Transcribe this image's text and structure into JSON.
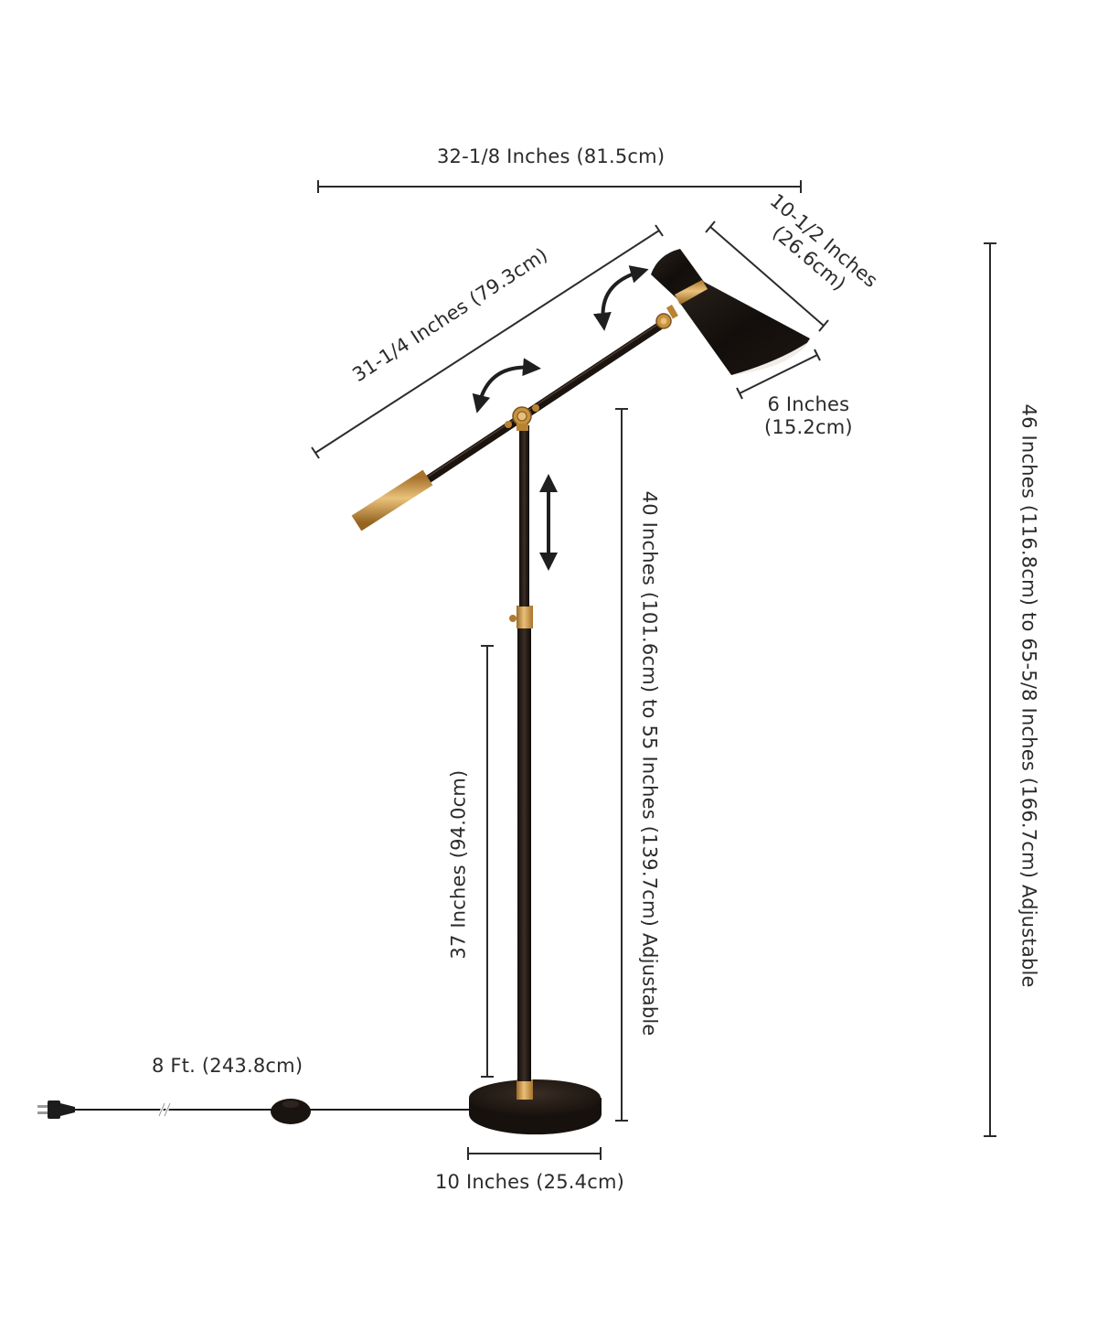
{
  "diagram": {
    "type": "product-dimension-diagram",
    "subject": "boom arm floor lamp",
    "colors": {
      "line": "#2b2b2b",
      "lamp_black": "#1c1612",
      "brass": "#c8923e",
      "brass_light": "#e8bf78",
      "background": "#ffffff"
    },
    "dimensions": {
      "overall_width": {
        "text": "32-1/8 Inches (81.5cm)"
      },
      "arm_length": {
        "text": "31-1/4 Inches (79.3cm)"
      },
      "shade_length": {
        "line1": "10-1/2 Inches",
        "line2": "(26.6cm)"
      },
      "shade_diameter": {
        "line1": "6 Inches",
        "line2": "(15.2cm)"
      },
      "pivot_height": {
        "text": "40 Inches (101.6cm) to 55 Inches (139.7cm) Adjustable"
      },
      "overall_height": {
        "text": "46 Inches (116.8cm) to 65-5/8 Inches (166.7cm) Adjustable"
      },
      "lower_pole_height": {
        "text": "37 Inches (94.0cm)"
      },
      "cord_length": {
        "text": "8 Ft. (243.8cm)"
      },
      "base_diameter": {
        "text": "10 Inches (25.4cm)"
      }
    },
    "parts": [
      "shade",
      "shade-collar",
      "shade-joint",
      "boom-arm",
      "counterweight",
      "pivot-joint",
      "upper-pole",
      "height-adjust-collar",
      "lower-pole",
      "base-collar",
      "round-base",
      "power-cord",
      "foot-switch",
      "plug"
    ],
    "motion_indicators": [
      "shade-tilt-arrow",
      "arm-swivel-arrow",
      "height-adjust-arrow"
    ]
  }
}
